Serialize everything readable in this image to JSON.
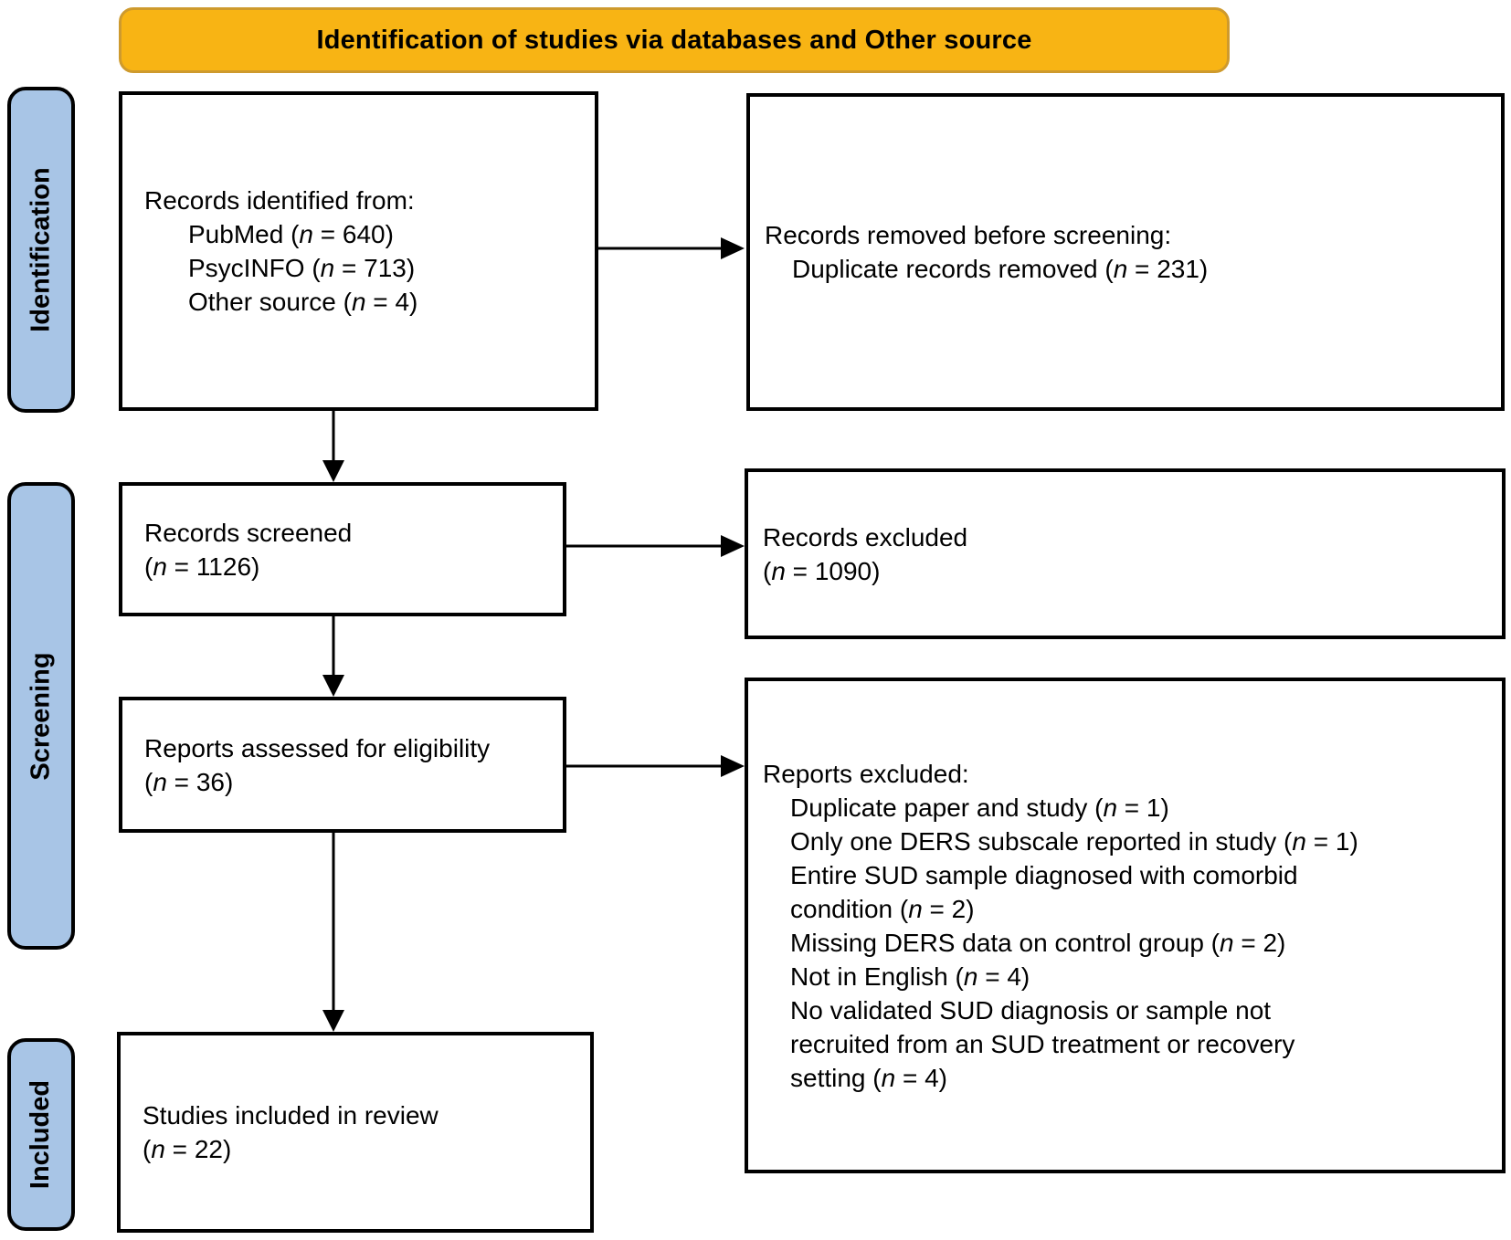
{
  "banner": {
    "title": "Identification of studies via databases and Other source"
  },
  "stages": [
    {
      "label": "Identification"
    },
    {
      "label": "Screening"
    },
    {
      "label": "Included"
    }
  ],
  "boxes": {
    "records_identified": {
      "lines": [
        {
          "seg": [
            {
              "t": "Records identified from:"
            }
          ]
        },
        {
          "indent": true,
          "seg": [
            {
              "t": "PubMed ("
            },
            {
              "t": "n",
              "i": true
            },
            {
              "t": " = 640)"
            }
          ]
        },
        {
          "indent": true,
          "seg": [
            {
              "t": "PsycINFO ("
            },
            {
              "t": "n",
              "i": true
            },
            {
              "t": " = 713)"
            }
          ]
        },
        {
          "indent": true,
          "seg": [
            {
              "t": "Other source ("
            },
            {
              "t": "n",
              "i": true
            },
            {
              "t": " = 4)"
            }
          ]
        }
      ]
    },
    "records_removed": {
      "lines": [
        {
          "seg": [
            {
              "t": "Records removed before screening:"
            }
          ]
        },
        {
          "indent": true,
          "seg": [
            {
              "t": "Duplicate records removed ("
            },
            {
              "t": "n",
              "i": true
            },
            {
              "t": " = 231)"
            }
          ]
        }
      ]
    },
    "records_screened": {
      "lines": [
        {
          "seg": [
            {
              "t": "Records screened"
            }
          ]
        },
        {
          "seg": [
            {
              "t": "("
            },
            {
              "t": "n",
              "i": true
            },
            {
              "t": " = 1126)"
            }
          ]
        }
      ]
    },
    "records_excluded": {
      "lines": [
        {
          "seg": [
            {
              "t": "Records excluded"
            }
          ]
        },
        {
          "seg": [
            {
              "t": "("
            },
            {
              "t": "n",
              "i": true
            },
            {
              "t": " = 1090)"
            }
          ]
        }
      ]
    },
    "reports_assessed": {
      "lines": [
        {
          "seg": [
            {
              "t": "Reports assessed for eligibility"
            }
          ]
        },
        {
          "seg": [
            {
              "t": "("
            },
            {
              "t": "n",
              "i": true
            },
            {
              "t": " = 36)"
            }
          ]
        }
      ]
    },
    "reports_excluded": {
      "lines": [
        {
          "seg": [
            {
              "t": "Reports excluded:"
            }
          ]
        },
        {
          "indent": true,
          "seg": [
            {
              "t": "Duplicate paper and study ("
            },
            {
              "t": "n",
              "i": true
            },
            {
              "t": " = 1)"
            }
          ]
        },
        {
          "indent": true,
          "seg": [
            {
              "t": "Only one DERS subscale reported in study ("
            },
            {
              "t": "n",
              "i": true
            },
            {
              "t": " = 1)"
            }
          ]
        },
        {
          "indent": true,
          "seg": [
            {
              "t": "Entire SUD sample diagnosed with comorbid"
            }
          ]
        },
        {
          "indent": true,
          "seg": [
            {
              "t": "condition ("
            },
            {
              "t": "n",
              "i": true
            },
            {
              "t": " = 2)"
            }
          ]
        },
        {
          "indent": true,
          "seg": [
            {
              "t": "Missing DERS data on control group ("
            },
            {
              "t": "n",
              "i": true
            },
            {
              "t": " = 2)"
            }
          ]
        },
        {
          "indent": true,
          "seg": [
            {
              "t": "Not in English ("
            },
            {
              "t": "n",
              "i": true
            },
            {
              "t": " = 4)"
            }
          ]
        },
        {
          "indent": true,
          "seg": [
            {
              "t": "No validated SUD diagnosis or sample not"
            }
          ]
        },
        {
          "indent": true,
          "seg": [
            {
              "t": "recruited from an SUD treatment or recovery"
            }
          ]
        },
        {
          "indent": true,
          "seg": [
            {
              "t": "setting ("
            },
            {
              "t": "n",
              "i": true
            },
            {
              "t": " = 4)"
            }
          ]
        }
      ]
    },
    "studies_included": {
      "lines": [
        {
          "seg": [
            {
              "t": "Studies included in review"
            }
          ]
        },
        {
          "seg": [
            {
              "t": "("
            },
            {
              "t": "n",
              "i": true
            },
            {
              "t": " = 22)"
            }
          ]
        }
      ]
    }
  },
  "colors": {
    "banner_fill": "#F8B414",
    "banner_border": "#CE9A2D",
    "stage_fill": "#A8C5E6",
    "box_border": "#000000",
    "text": "#000000"
  }
}
